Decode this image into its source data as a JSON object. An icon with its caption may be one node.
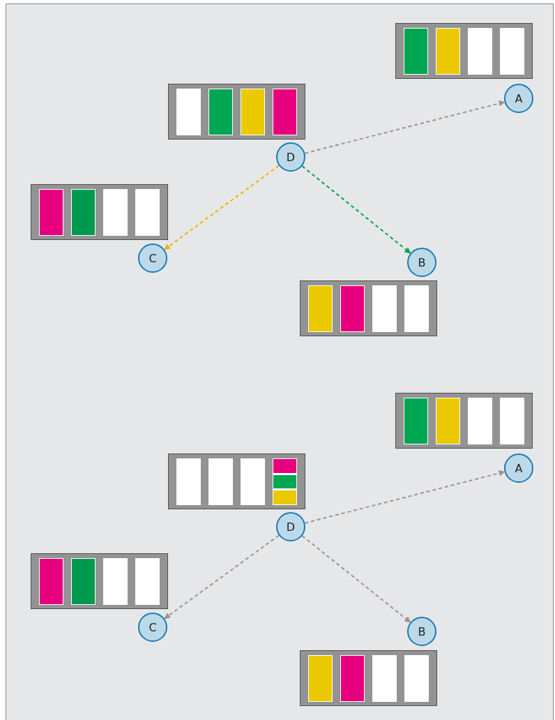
{
  "diagram": {
    "nodes": [
      {
        "text": [],
        "shape": "box"
      },
      {
        "text": [],
        "shape": "box"
      },
      {
        "text": [
          "A"
        ]
      },
      {
        "text": [
          "D"
        ]
      },
      {
        "text": [],
        "shape": "box"
      },
      {
        "text": [
          "C"
        ]
      },
      {
        "text": [
          "B"
        ]
      },
      {
        "text": [],
        "shape": "box"
      },
      {
        "text": [],
        "shape": "box"
      },
      {
        "text": [],
        "shape": "box"
      },
      {
        "text": [
          "A"
        ]
      },
      {
        "text": [
          "D"
        ]
      },
      {
        "text": [],
        "shape": "box"
      },
      {
        "text": [
          "C"
        ]
      },
      {
        "text": [
          "B"
        ]
      },
      {
        "text": [],
        "shape": "box"
      }
    ],
    "edges": [
      {
        "from": 3,
        "to": 2,
        "arrow": "to",
        "style": "dashed"
      },
      {
        "from": 3,
        "to": 6,
        "arrow": "to",
        "style": "dashed",
        "color": "#00a651"
      },
      {
        "from": 3,
        "to": 5,
        "arrow": "to",
        "style": "dashed",
        "color": "#e8b400"
      },
      {
        "from": 11,
        "to": 10,
        "arrow": "to",
        "style": "dashed"
      },
      {
        "from": 11,
        "to": 14,
        "arrow": "to",
        "style": "dashed"
      },
      {
        "from": 11,
        "to": 13,
        "arrow": "to",
        "style": "dashed"
      }
    ]
  }
}
